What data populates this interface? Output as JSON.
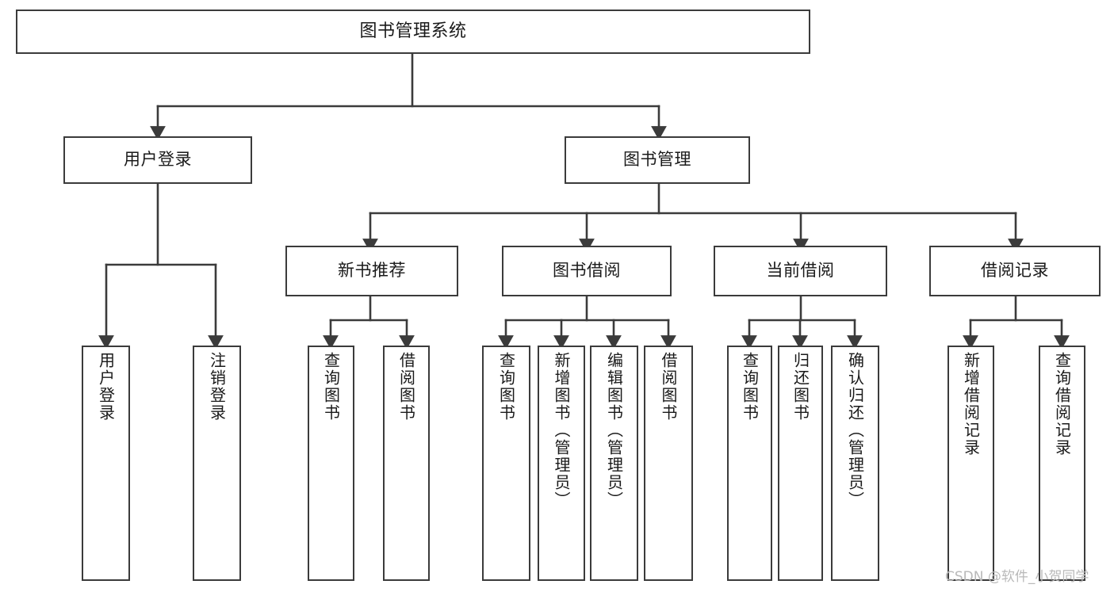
{
  "diagram": {
    "title": "图书管理系统",
    "type": "tree-hierarchy",
    "orientation": "top-down",
    "colors": {
      "background": "#ffffff",
      "node_border": "#3b3b3b",
      "node_fill": "#ffffff",
      "edge": "#3b3b3b",
      "text": "#1a1a1a",
      "watermark": "#b9b9b9"
    }
  },
  "nodes": {
    "root": {
      "label": "图书管理系统"
    },
    "level2": [
      {
        "id": "user-login",
        "label": "用户登录"
      },
      {
        "id": "book-management",
        "label": "图书管理"
      }
    ],
    "level3": [
      {
        "id": "new-book-recommend",
        "label": "新书推荐"
      },
      {
        "id": "book-borrow",
        "label": "图书借阅"
      },
      {
        "id": "current-borrow",
        "label": "当前借阅"
      },
      {
        "id": "borrow-record",
        "label": "借阅记录"
      }
    ],
    "leaves": {
      "user_login": [
        {
          "id": "leaf-user-login",
          "label": "用户登录"
        },
        {
          "id": "leaf-logout-login",
          "label": "注销登录"
        }
      ],
      "new_book_recommend": [
        {
          "id": "leaf-query-book-1",
          "label": "查询图书"
        },
        {
          "id": "leaf-borrow-book-1",
          "label": "借阅图书"
        }
      ],
      "book_borrow": [
        {
          "id": "leaf-query-book-2",
          "label": "查询图书"
        },
        {
          "id": "leaf-add-book",
          "label": "新增图书（管理员）"
        },
        {
          "id": "leaf-edit-book",
          "label": "编辑图书（管理员）"
        },
        {
          "id": "leaf-borrow-book-2",
          "label": "借阅图书"
        }
      ],
      "current_borrow": [
        {
          "id": "leaf-query-book-3",
          "label": "查询图书"
        },
        {
          "id": "leaf-return-book",
          "label": "归还图书"
        },
        {
          "id": "leaf-confirm-return",
          "label": "确认归还（管理员）"
        }
      ],
      "borrow_record": [
        {
          "id": "leaf-add-borrow-record",
          "label": "新增借阅记录"
        },
        {
          "id": "leaf-query-borrow-record",
          "label": "查询借阅记录"
        }
      ]
    }
  },
  "watermark": {
    "text": "CSDN @软件_小贺同学"
  }
}
